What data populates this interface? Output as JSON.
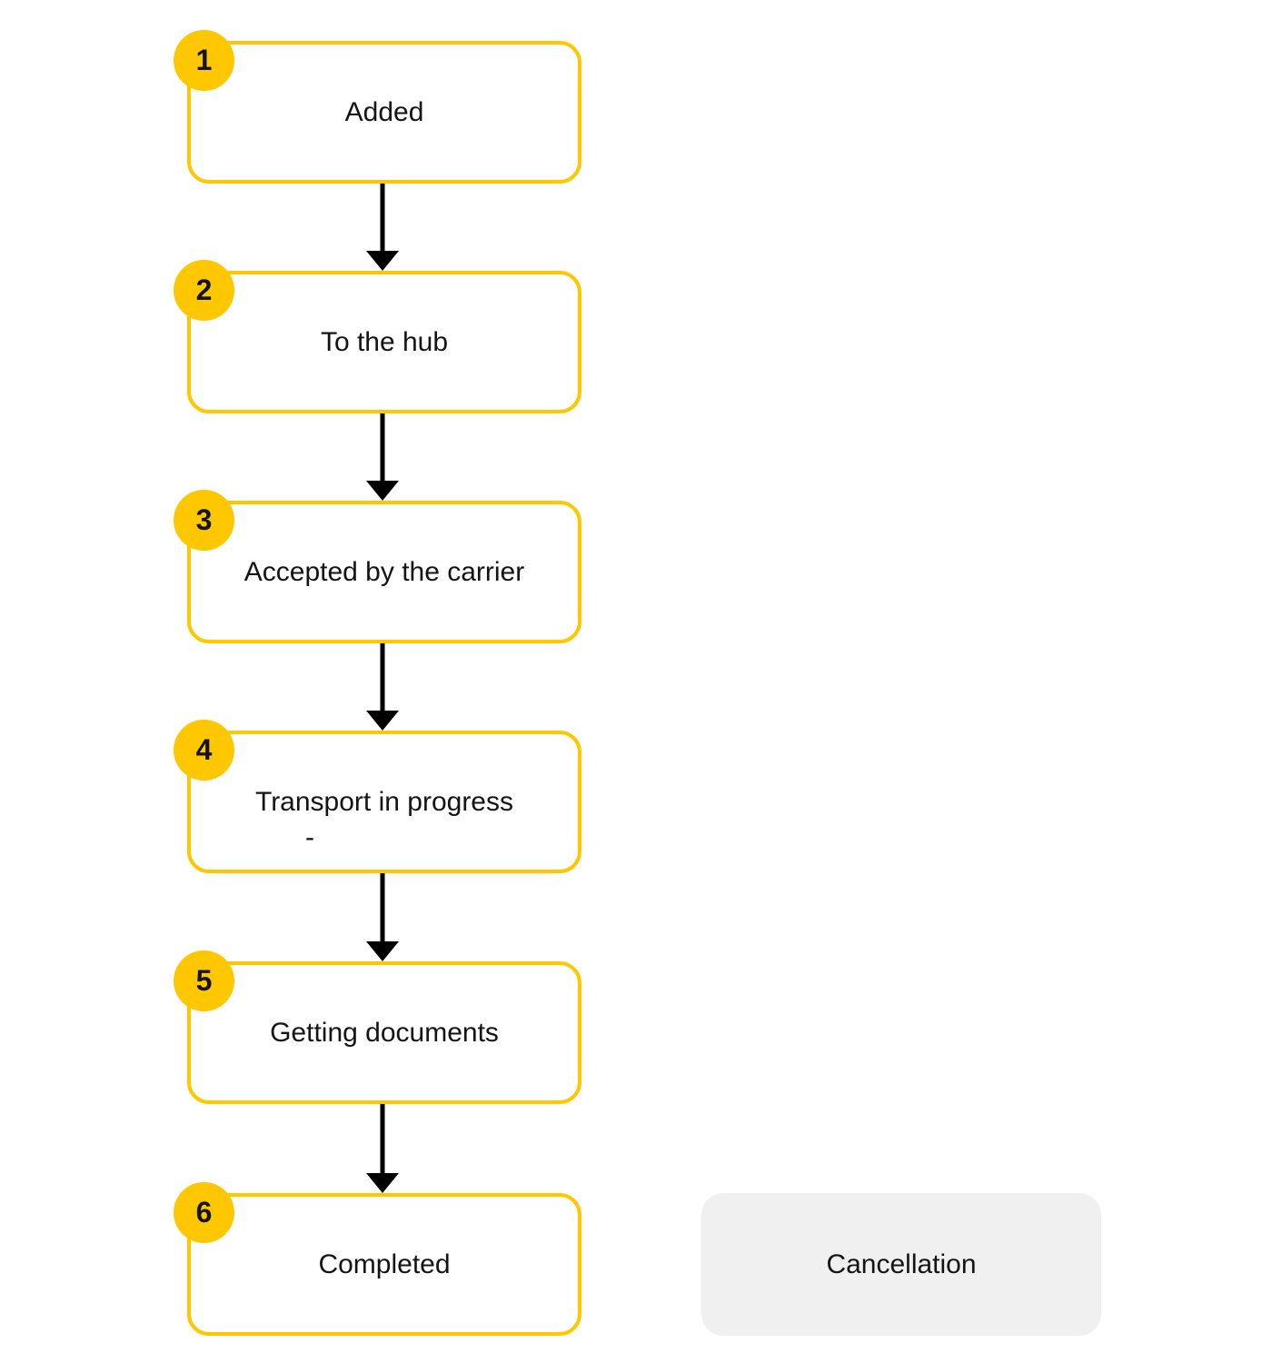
{
  "palette": {
    "accent_yellow": "#FFC700",
    "box_background": "#FFFFFF",
    "cancel_background": "#F0F0F0",
    "arrow_color": "#000000",
    "text_color": "#141414"
  },
  "flow": {
    "steps": [
      {
        "number": "1",
        "label": "Added"
      },
      {
        "number": "2",
        "label": "To the hub"
      },
      {
        "number": "3",
        "label": "Accepted by the carrier"
      },
      {
        "number": "4",
        "label": "Transport in progress",
        "sublabel": "-"
      },
      {
        "number": "5",
        "label": "Getting documents"
      },
      {
        "number": "6",
        "label": "Completed"
      }
    ]
  },
  "cancellation": {
    "label": "Cancellation"
  }
}
